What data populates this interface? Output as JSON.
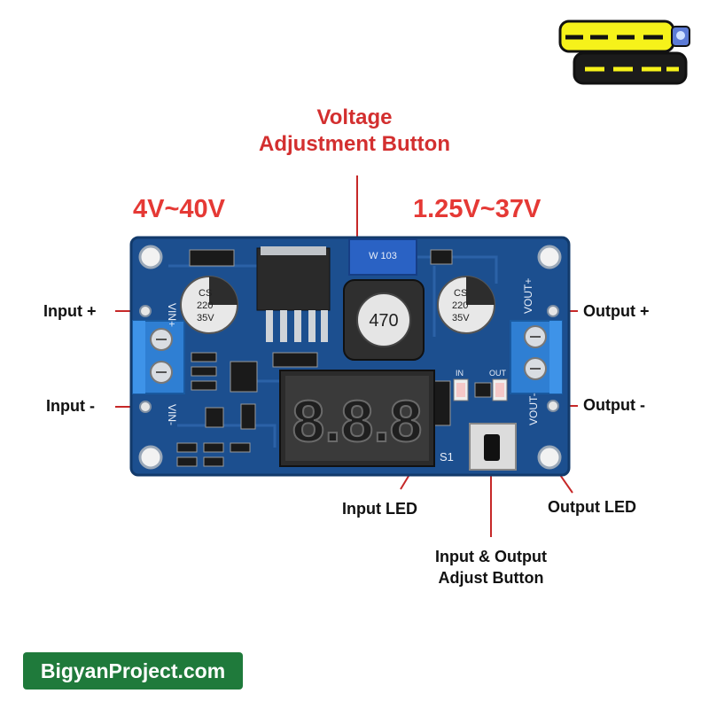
{
  "header": {
    "voltage_button_line1": "Voltage",
    "voltage_button_line2": "Adjustment Button"
  },
  "ranges": {
    "input": "4V~40V",
    "output": "1.25V~37V"
  },
  "labels": {
    "input_plus": "Input +",
    "input_minus": "Input -",
    "output_plus": "Output +",
    "output_minus": "Output -",
    "input_led": "Input LED",
    "output_led": "Output LED",
    "adjust_button_line1": "Input & Output",
    "adjust_button_line2": "Adjust Button"
  },
  "board": {
    "silk_vin_plus": "VIN+",
    "silk_vin_minus": "VIN-",
    "silk_vout_plus": "VOUT+",
    "silk_vout_minus": "VOUT-",
    "silk_in": "IN",
    "silk_out": "OUT",
    "silk_s1": "S1",
    "pot_marking": "W 103",
    "inductor_marking": "470",
    "cap_line1": "CS",
    "cap_line2": "220",
    "cap_line3": "35V",
    "display_digits": "8.8.8"
  },
  "footer": {
    "site": "BigyanProject.com"
  },
  "colors": {
    "pcb": "#1c4f8f",
    "terminal": "#2f7fd3",
    "accent_red": "#e53935",
    "site_bg": "#1f7a3b"
  }
}
